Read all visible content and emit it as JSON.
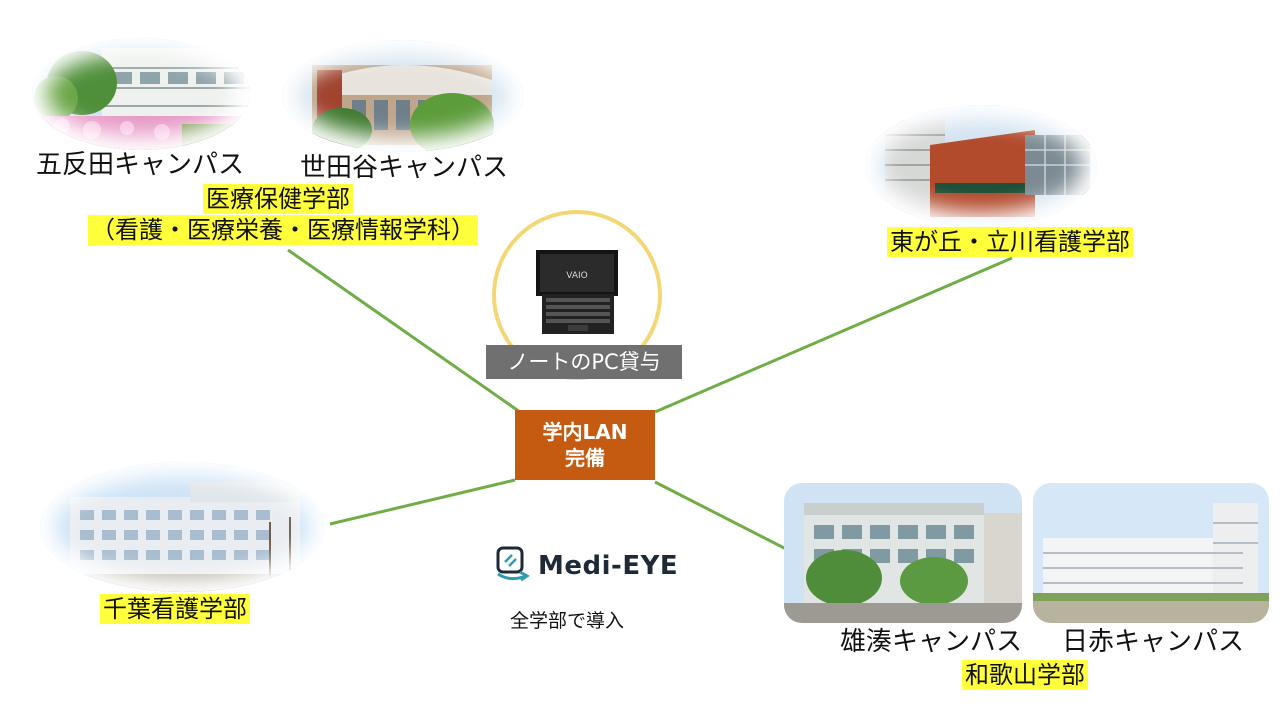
{
  "center": {
    "lan_line1": "学内LAN",
    "lan_line2": "完備",
    "pc_label": "ノートのPC貸与"
  },
  "groups": {
    "gotanda_setagaya": {
      "campus_1": "五反田キャンパス",
      "campus_2": "世田谷キャンパス",
      "faculty_line1": "医療保健学部",
      "faculty_line2": "（看護・医療栄養・医療情報学科）"
    },
    "higashigaoka": {
      "faculty": "東が丘・立川看護学部"
    },
    "chiba": {
      "faculty": "千葉看護学部"
    },
    "wakayama": {
      "campus_1": "雄湊キャンパス",
      "campus_2": "日赤キャンパス",
      "faculty": "和歌山学部"
    }
  },
  "logo": {
    "name": "Medi-EYE",
    "caption": "全学部で導入"
  },
  "colors": {
    "connector": "#70ad47",
    "lan_box": "#c55a11",
    "highlight": "#ffff3c",
    "pc_ring": "#f4d774",
    "pc_label_bg": "#707070"
  },
  "icons": [
    "laptop-icon",
    "medi-eye-logo-icon"
  ]
}
